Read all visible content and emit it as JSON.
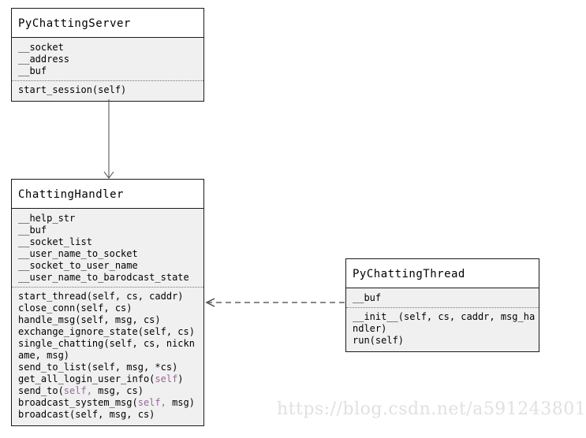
{
  "colors": {
    "box_border": "#1a1a1a",
    "title_bg": "#ffffff",
    "body_bg": "#f0f0f0",
    "text": "#000000",
    "self_highlight": "#996699",
    "solid_arrow": "#4a4a4a",
    "dashed_arrow": "#888888",
    "watermark": "#e2e0e0"
  },
  "watermark": {
    "text": "https://blog.csdn.net/a591243801"
  },
  "diagram": {
    "classes": [
      {
        "name": "PyChattingServer",
        "attributes": [
          "__socket",
          "__address",
          "__buf"
        ],
        "methods": [
          [
            {
              "text": "start_session(self)",
              "highlight": false
            }
          ]
        ]
      },
      {
        "name": "ChattingHandler",
        "attributes": [
          "__help_str",
          "__buf",
          "__socket_list",
          "__user_name_to_socket",
          "__socket_to_user_name",
          "__user_name_to_barodcast_state"
        ],
        "methods": [
          [
            {
              "text": "start_thread(self, cs, caddr)",
              "highlight": false
            }
          ],
          [
            {
              "text": "close_conn(self, cs)",
              "highlight": false
            }
          ],
          [
            {
              "text": "handle_msg(self, msg, cs)",
              "highlight": false
            }
          ],
          [
            {
              "text": "exchange_ignore_state(self, cs)",
              "highlight": false
            }
          ],
          [
            {
              "text": "single_chatting(self, cs, nickname, msg)",
              "highlight": false
            }
          ],
          [
            {
              "text": "send_to_list(self, msg, *cs)",
              "highlight": false
            }
          ],
          [
            {
              "text": "get_all_login_user_info(",
              "highlight": false
            },
            {
              "text": "self",
              "highlight": true
            },
            {
              "text": ")",
              "highlight": false
            }
          ],
          [
            {
              "text": "send_to(",
              "highlight": false
            },
            {
              "text": "self,",
              "highlight": true
            },
            {
              "text": " msg, cs)",
              "highlight": false
            }
          ],
          [
            {
              "text": "broadcast_system_msg(",
              "highlight": false
            },
            {
              "text": "self,",
              "highlight": true
            },
            {
              "text": " msg)",
              "highlight": false
            }
          ],
          [
            {
              "text": "broadcast(self, msg, cs)",
              "highlight": false
            }
          ]
        ]
      },
      {
        "name": "PyChattingThread",
        "attributes": [
          "__buf"
        ],
        "methods": [
          [
            {
              "text": "__init__(self, cs, caddr, msg_handler)",
              "highlight": false
            }
          ],
          [
            {
              "text": "run(self)",
              "highlight": false
            }
          ]
        ]
      }
    ],
    "relations": [
      {
        "from": "PyChattingServer",
        "to": "ChattingHandler",
        "style": "solid",
        "arrowhead": "open"
      },
      {
        "from": "PyChattingThread",
        "to": "ChattingHandler",
        "style": "dashed",
        "arrowhead": "open"
      }
    ]
  }
}
